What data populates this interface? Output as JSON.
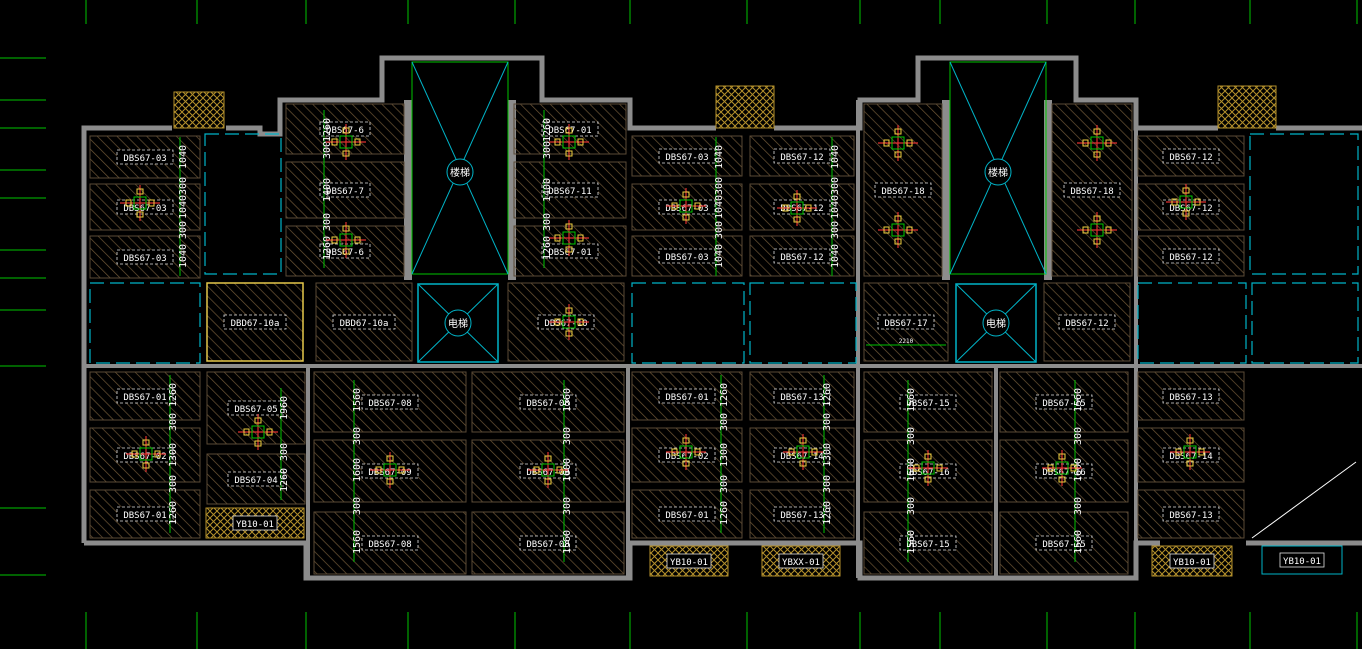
{
  "colors": {
    "background": "#000000",
    "wall": "#8c8c8c",
    "grid_axis": "#00c400",
    "slab_outline": "#e0e0e0",
    "slab_hatch": "#6e5636",
    "opening": "#00b4c8",
    "label_text": "#ffffff",
    "dimension_text": "#ffffff",
    "balcony_hatch": "#b4912c",
    "selected_outline": "#e6c84a",
    "lifting_point": "#e03030",
    "lifting_point_accent": "#f0d040",
    "lifting_point_green": "#00c800"
  },
  "stair_label": "楼梯",
  "elevator_label": "电梯",
  "panels": {
    "p1": "DBS67-03",
    "p2": "DBS67-03",
    "p3": "DBS67-03",
    "p4": "DBS67-6",
    "p5": "DBS67-7",
    "p6": "DBS67-6",
    "p7": "DBS67-01",
    "p8": "DBS67-11",
    "p9": "DBS67-01",
    "p10": "DBS67-03",
    "p11": "DBS67-03",
    "p12": "DBS67-03",
    "p13": "DBS67-12",
    "p14": "DBS67-12",
    "p15": "DBS67-12",
    "p16": "DBS67-18",
    "p17": "DBS67-18",
    "p18": "DBS67-12",
    "p19": "DBS67-12",
    "p20": "DBS67-12",
    "p21": "DBD67-10a",
    "p22": "DBD67-10a",
    "p23": "DBS67-10",
    "p24": "DBS67-17",
    "p25": "DBS67-12",
    "p26": "DBS67-01",
    "p27": "DBS67-02",
    "p28": "DBS67-01",
    "p29": "DBS67-05",
    "p30": "DBS67-04",
    "p31": "DBS67-08",
    "p32": "DBS67-09",
    "p33": "DBS67-08",
    "p34": "DBS67-08",
    "p35": "DBS67-09",
    "p36": "DBS67-08",
    "p37": "DBS67-01",
    "p38": "DBS67-02",
    "p39": "DBS67-01",
    "p40": "DBS67-13",
    "p41": "DBS67-14",
    "p42": "DBS67-13",
    "p43": "DBS67-15",
    "p44": "DBS67-16",
    "p45": "DBS67-15",
    "p46": "DBS67-15",
    "p47": "DBS67-16",
    "p48": "DBS67-15",
    "p49": "DBS67-13",
    "p50": "DBS67-14",
    "p51": "DBS67-13"
  },
  "balconies": {
    "b1": "YB10-01",
    "b2": "YB10-01",
    "b3": "YBXX-01",
    "b4": "YB10-01",
    "b5": "YB10-01"
  },
  "dims": {
    "d1": "1040",
    "d2": "300",
    "d3": "1040",
    "d4": "300",
    "d5": "1040",
    "d6": "1260",
    "d7": "300",
    "d8": "1400",
    "d9": "300",
    "d10": "1260",
    "d11": "1260",
    "d12": "300",
    "d13": "1400",
    "d14": "300",
    "d15": "1260",
    "d16": "1040",
    "d17": "300",
    "d18": "1040",
    "d19": "300",
    "d20": "1040",
    "d21": "1040",
    "d22": "300",
    "d23": "1040",
    "d24": "300",
    "d25": "1040",
    "d26": "1260",
    "d27": "300",
    "d28": "1300",
    "d29": "300",
    "d30": "1260",
    "d31": "1960",
    "d32": "300",
    "d33": "1260",
    "d34": "1560",
    "d35": "300",
    "d36": "1600",
    "d37": "300",
    "d38": "1560",
    "d39": "1560",
    "d40": "300",
    "d41": "1600",
    "d42": "300",
    "d43": "1560",
    "d44": "1260",
    "d45": "300",
    "d46": "1300",
    "d47": "300",
    "d48": "1260",
    "d49": "1260",
    "d50": "300",
    "d51": "1300",
    "d52": "300",
    "d53": "1260",
    "d54": "1560",
    "d55": "300",
    "d56": "1600",
    "d57": "300",
    "d58": "1560",
    "d59": "1560",
    "d60": "300",
    "d61": "1600",
    "d62": "300",
    "d63": "1560",
    "d64": "2210"
  }
}
